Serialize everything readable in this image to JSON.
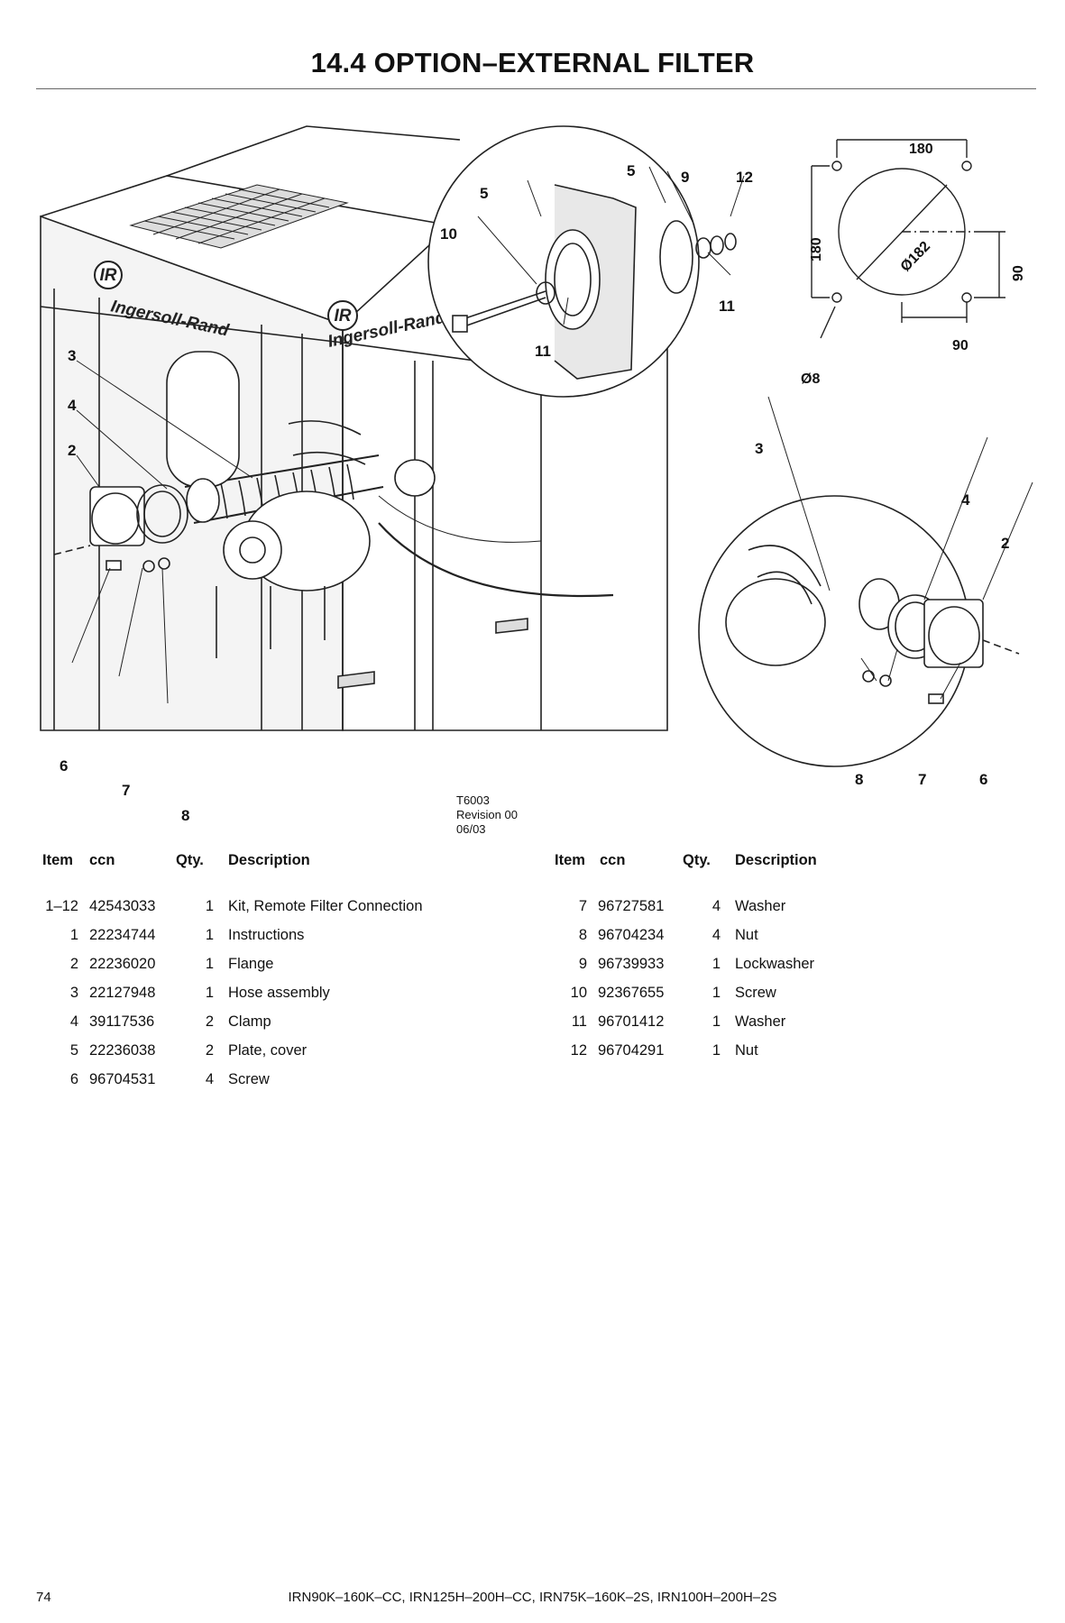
{
  "page": {
    "title": "14.4 OPTION–EXTERNAL FILTER",
    "page_number": "74",
    "footer_models": "IRN90K–160K–CC, IRN125H–200H–CC, IRN75K–160K–2S, IRN100H–200H–2S"
  },
  "figure": {
    "drawing_id": "T6003",
    "revision": "Revision 00",
    "date": "06/03",
    "brand_text": "Ingersoll-Rand",
    "brand_logo": "IR",
    "callouts": {
      "main_3": "3",
      "main_4": "4",
      "main_2": "2",
      "main_6": "6",
      "main_7": "7",
      "main_8": "8",
      "top_5a": "5",
      "top_5b": "5",
      "top_9": "9",
      "top_12": "12",
      "top_10": "10",
      "top_11a": "11",
      "top_11b": "11",
      "right_3": "3",
      "right_4": "4",
      "right_2": "2",
      "right_8": "8",
      "right_7": "7",
      "right_6": "6"
    },
    "dimensions": {
      "width": "180",
      "height": "180",
      "diameter": "Ø182",
      "half_height": "90",
      "half_width": "90",
      "hole": "Ø8"
    }
  },
  "parts_table": {
    "headers": {
      "item": "Item",
      "ccn": "ccn",
      "qty": "Qty.",
      "description": "Description"
    },
    "left": [
      {
        "item": "1–12",
        "ccn": "42543033",
        "qty": "1",
        "description": "Kit, Remote Filter Connection"
      },
      {
        "item": "1",
        "ccn": "22234744",
        "qty": "1",
        "description": "Instructions"
      },
      {
        "item": "2",
        "ccn": "22236020",
        "qty": "1",
        "description": "Flange"
      },
      {
        "item": "3",
        "ccn": "22127948",
        "qty": "1",
        "description": "Hose assembly"
      },
      {
        "item": "4",
        "ccn": "39117536",
        "qty": "2",
        "description": "Clamp"
      },
      {
        "item": "5",
        "ccn": "22236038",
        "qty": "2",
        "description": "Plate, cover"
      },
      {
        "item": "6",
        "ccn": "96704531",
        "qty": "4",
        "description": "Screw"
      }
    ],
    "right": [
      {
        "item": "7",
        "ccn": "96727581",
        "qty": "4",
        "description": "Washer"
      },
      {
        "item": "8",
        "ccn": "96704234",
        "qty": "4",
        "description": "Nut"
      },
      {
        "item": "9",
        "ccn": "96739933",
        "qty": "1",
        "description": "Lockwasher"
      },
      {
        "item": "10",
        "ccn": "92367655",
        "qty": "1",
        "description": "Screw"
      },
      {
        "item": "11",
        "ccn": "96701412",
        "qty": "1",
        "description": "Washer"
      },
      {
        "item": "12",
        "ccn": "96704291",
        "qty": "1",
        "description": "Nut"
      }
    ]
  }
}
